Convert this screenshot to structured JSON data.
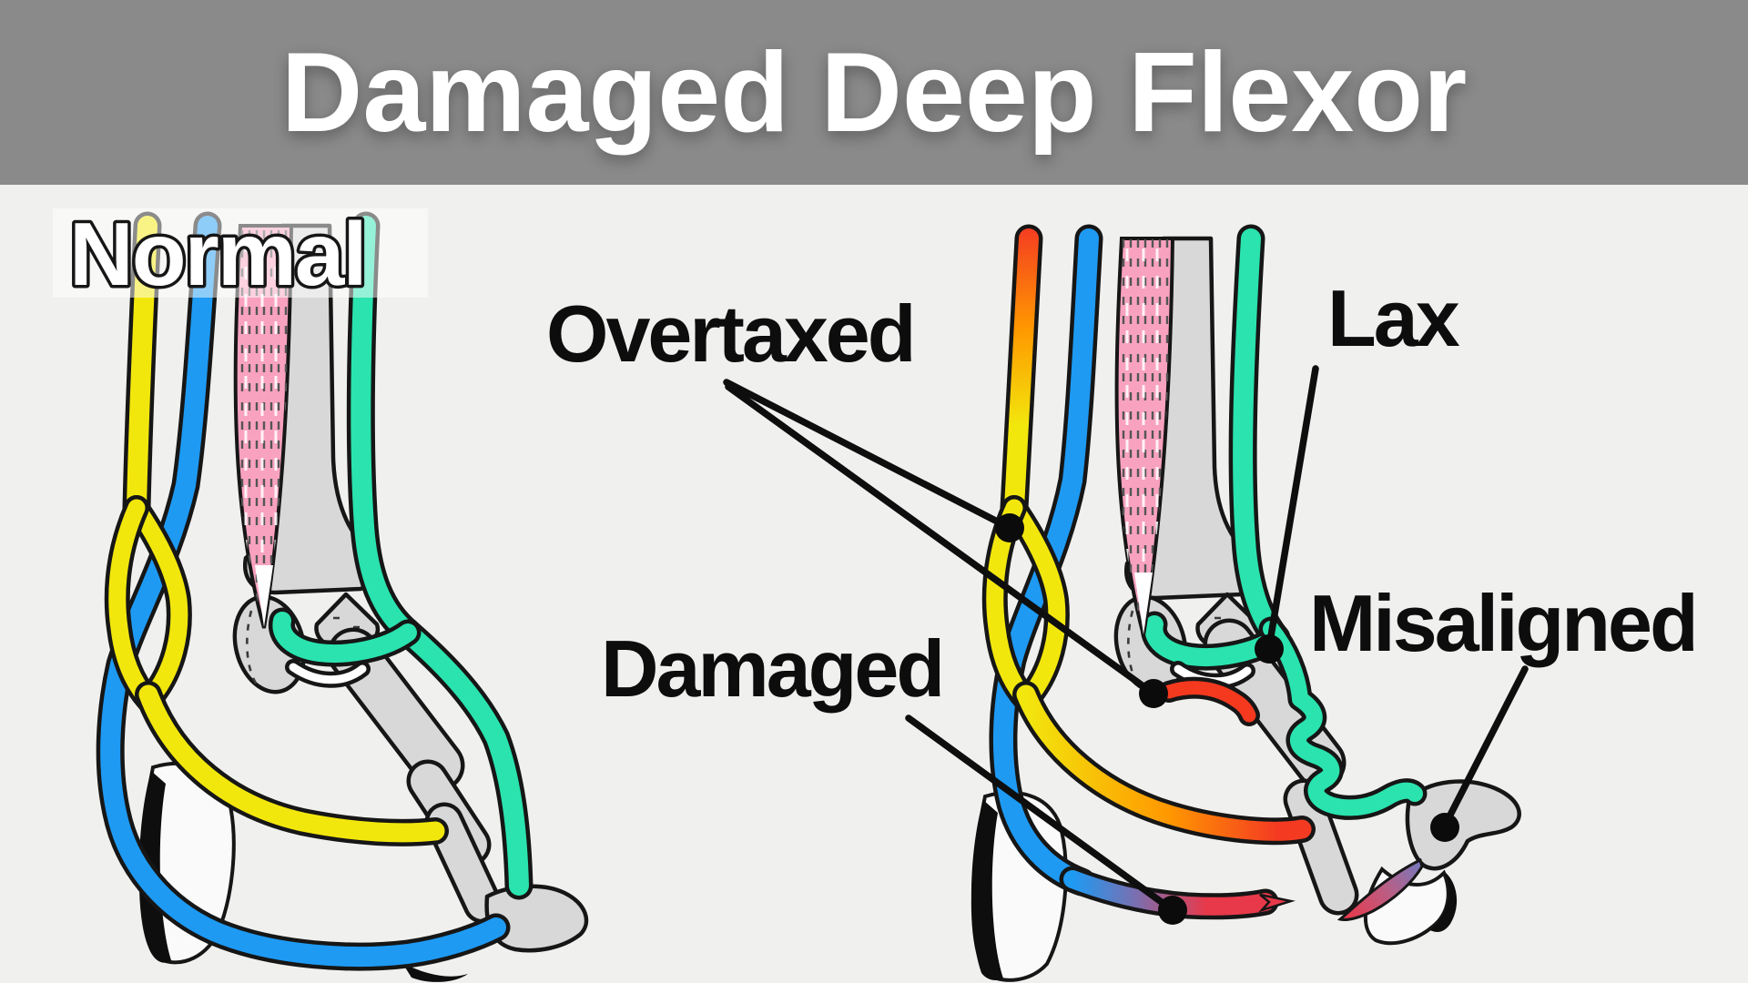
{
  "header": {
    "title": "Damaged Deep Flexor"
  },
  "panels": {
    "normal": {
      "label": "Normal"
    },
    "damaged": {
      "annotations": [
        {
          "id": "overtaxed",
          "label": "Overtaxed",
          "targets": [
            "superficial flexor band above hock",
            "flexor stump at coffin joint"
          ]
        },
        {
          "id": "damaged",
          "label": "Damaged",
          "targets": [
            "torn deep flexor tendon end near heel"
          ]
        },
        {
          "id": "lax",
          "label": "Lax",
          "targets": [
            "slack wavy check ligament at hock"
          ]
        },
        {
          "id": "misaligned",
          "label": "Misaligned",
          "targets": [
            "rotated coffin bone in hoof"
          ]
        }
      ]
    }
  },
  "colors": {
    "header_bg": "#8a8a8a",
    "canvas_bg": "#f0f0ee",
    "superficial_flexor_yellow": "#f2e70d",
    "deep_flexor_blue": "#1e9af3",
    "check_ligament_teal": "#2ae3ae",
    "muscle_pink": "#f8a2c0",
    "bone_gray": "#d8d8d8",
    "outline_black": "#161616",
    "overtaxed_red": "#f43b22",
    "overtaxed_orange": "#ff9800",
    "damaged_purple": "#7a6fb0",
    "damaged_red": "#e8394a"
  }
}
